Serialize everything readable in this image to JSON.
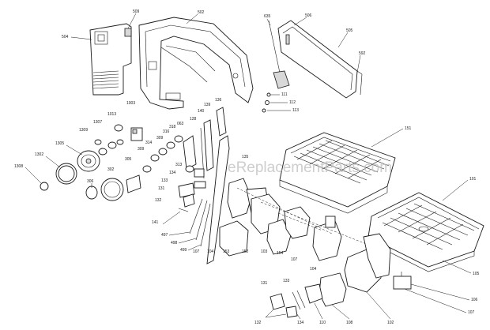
{
  "watermark": "eReplacementParts.com",
  "labels": {
    "l504": "504",
    "l509": "509",
    "l502": "502",
    "l635": "635",
    "l506": "506",
    "l505": "505",
    "l592": "592",
    "l111": "111",
    "l112": "112",
    "l113": "113",
    "l1003": "1003",
    "l1013": "1013",
    "l1307": "1307",
    "l1309": "1309",
    "l1305": "1305",
    "l1302": "1302",
    "l1308": "1308",
    "l306": "306",
    "l302": "302",
    "l305": "305",
    "l309": "309",
    "l314": "314",
    "l309b": "309",
    "l316": "316",
    "l318": "318",
    "l063": "063",
    "l313": "313",
    "l136": "136",
    "l139": "139",
    "l140": "140",
    "l128": "128",
    "l134": "134",
    "l133": "133",
    "l131": "131",
    "l132": "132",
    "l141": "141",
    "l135": "135",
    "l497": "497",
    "l498": "498",
    "l499": "499",
    "l107": "107",
    "l104": "104",
    "l153": "153",
    "l152": "152",
    "l103": "103",
    "l154": "154",
    "l107b": "107",
    "l151": "151",
    "l101": "101",
    "l105": "105",
    "l106": "106",
    "l102": "102",
    "l107c": "107",
    "l108": "108",
    "l110": "110",
    "l134b": "134",
    "l133b": "133",
    "l131b": "131",
    "l132b": "132",
    "l104b": "104"
  }
}
